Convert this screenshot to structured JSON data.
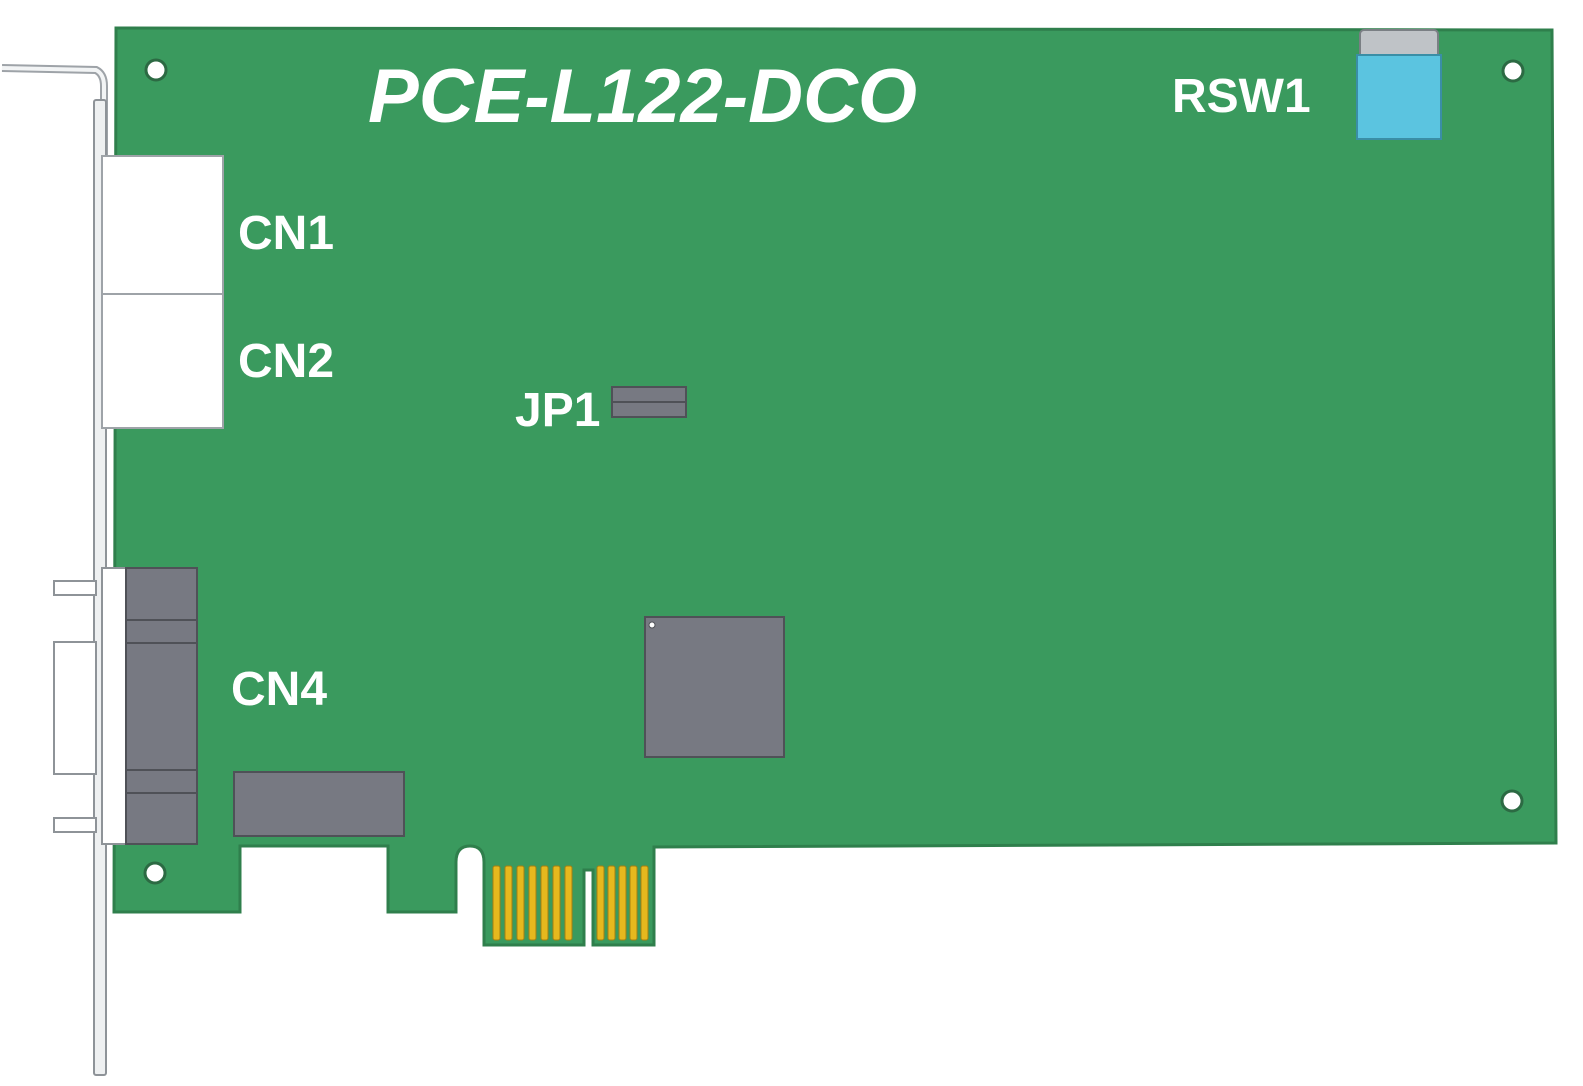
{
  "board": {
    "model": "PCE-L122-DCO",
    "colors": {
      "pcb": "#3a9a5e",
      "pcb_edge": "#2f7f4c",
      "component": "#777982",
      "connector_white": "#ffffff",
      "switch": "#5bc4e0",
      "gold": "#e6b81e",
      "bracket": "#eef0f1",
      "label": "#ffffff"
    }
  },
  "labels": {
    "rsw1": "RSW1",
    "cn1": "CN1",
    "cn2": "CN2",
    "jp1": "JP1",
    "cn4": "CN4"
  }
}
